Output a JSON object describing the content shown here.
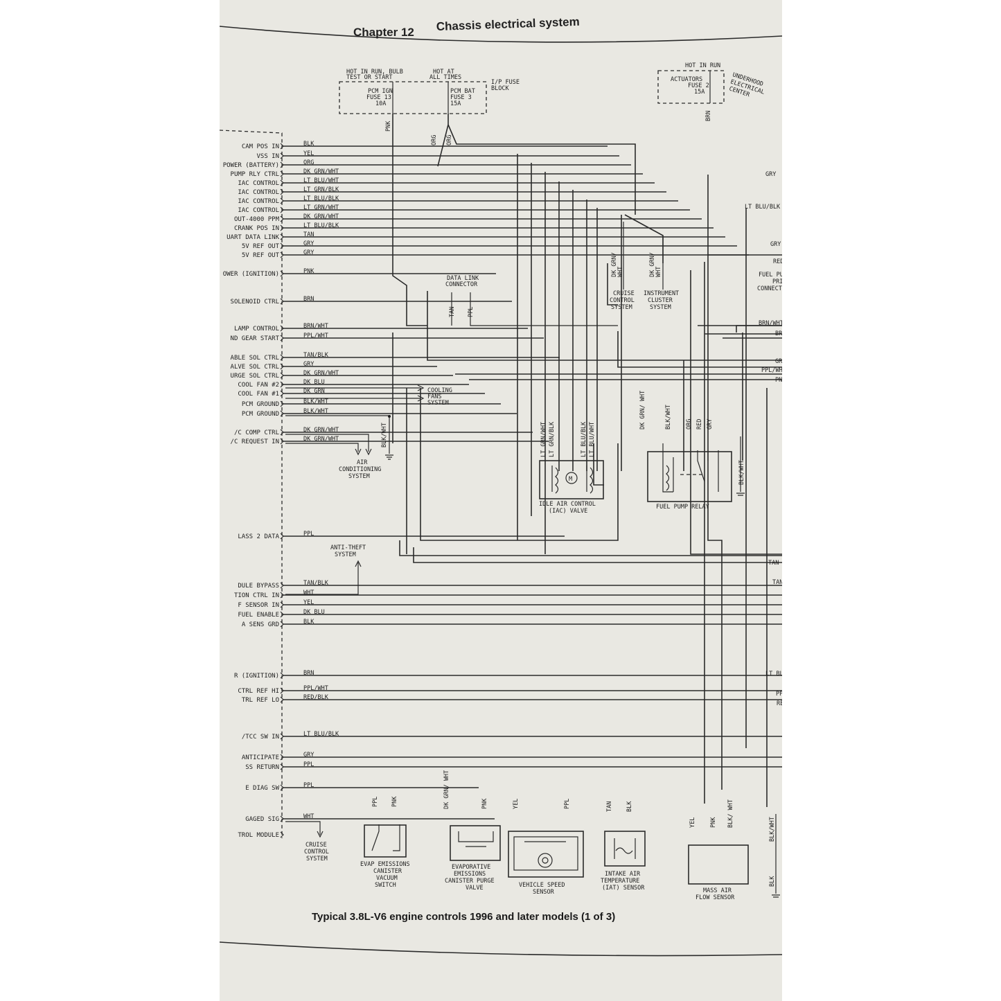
{
  "header": {
    "chapter": "Chapter 12",
    "title": "Chassis electrical system"
  },
  "caption": "Typical 3.8L-V6 engine controls 1996 and later models (1 of 3)",
  "fuse_block": {
    "hot_in_run": [
      "HOT IN RUN, BULB",
      "TEST OR START"
    ],
    "hot_at_all_times": [
      "HOT AT",
      "ALL TIMES"
    ],
    "pcm_ign_fuse": [
      "PCM IGN",
      "FUSE 13",
      "10A"
    ],
    "pcm_bat_fuse": [
      "PCM BAT",
      "FUSE 3",
      "15A"
    ],
    "block_label": [
      "I/P FUSE",
      "BLOCK"
    ]
  },
  "underhood": {
    "hot_in_run": "HOT IN RUN",
    "fuse": [
      "ACTUATORS",
      "FUSE 2",
      "15A"
    ],
    "center": [
      "UNDERHOOD",
      "ELECTRICAL",
      "CENTER"
    ],
    "wire": "BRN"
  },
  "pcm_pins": [
    {
      "label": "CAM POS IN",
      "wire": "BLK"
    },
    {
      "label": "VSS IN",
      "wire": "YEL"
    },
    {
      "label": "POWER (BATTERY)",
      "wire": "ORG"
    },
    {
      "label": "PUMP RLY CTRL",
      "wire": "DK GRN/WHT"
    },
    {
      "label": "IAC CONTROL",
      "wire": "LT BLU/WHT"
    },
    {
      "label": "IAC CONTROL",
      "wire": "LT GRN/BLK"
    },
    {
      "label": "IAC CONTROL",
      "wire": "LT BLU/BLK"
    },
    {
      "label": "IAC CONTROL",
      "wire": "LT GRN/WHT"
    },
    {
      "label": "OUT-4000 PPM",
      "wire": "DK GRN/WHT"
    },
    {
      "label": "CRANK POS IN",
      "wire": "LT BLU/BLK"
    },
    {
      "label": "UART DATA LINK",
      "wire": "TAN"
    },
    {
      "label": "5V REF OUT",
      "wire": "GRY"
    },
    {
      "label": "5V REF OUT",
      "wire": "GRY"
    },
    {
      "label": "OWER (IGNITION)",
      "wire": "PNK"
    },
    {
      "label": "SOLENOID CTRL",
      "wire": "BRN"
    },
    {
      "label": "LAMP CONTROL",
      "wire": "BRN/WHT"
    },
    {
      "label": "ND GEAR START",
      "wire": "PPL/WHT"
    },
    {
      "label": "ABLE SOL CTRL",
      "wire": "TAN/BLK"
    },
    {
      "label": "ALVE SOL CTRL",
      "wire": "GRY"
    },
    {
      "label": "URGE SOL CTRL",
      "wire": "DK GRN/WHT"
    },
    {
      "label": "COOL FAN #2",
      "wire": "DK BLU"
    },
    {
      "label": "COOL FAN #1",
      "wire": "DK GRN"
    },
    {
      "label": "PCM GROUND",
      "wire": "BLK/WHT"
    },
    {
      "label": "PCM GROUND",
      "wire": "BLK/WHT"
    },
    {
      "label": "/C COMP CTRL",
      "wire": "DK GRN/WHT"
    },
    {
      "label": "/C REQUEST IN",
      "wire": "DK GRN/WHT"
    },
    {
      "label": "LASS 2 DATA",
      "wire": "PPL"
    },
    {
      "label": "DULE BYPASS",
      "wire": "TAN/BLK"
    },
    {
      "label": "TION CTRL IN",
      "wire": "WHT"
    },
    {
      "label": "F SENSOR IN",
      "wire": "YEL"
    },
    {
      "label": "FUEL ENABLE",
      "wire": "DK BLU"
    },
    {
      "label": "A SENS GRD",
      "wire": "BLK"
    },
    {
      "label": "R (IGNITION)",
      "wire": "BRN"
    },
    {
      "label": "CTRL REF HI",
      "wire": "PPL/WHT"
    },
    {
      "label": "TRL REF LO",
      "wire": "RED/BLK"
    },
    {
      "label": "/TCC SW IN",
      "wire": "LT BLU/BLK"
    },
    {
      "label": "ANTICIPATE",
      "wire": "GRY"
    },
    {
      "label": "SS RETURN",
      "wire": "PPL"
    },
    {
      "label": "E DIAG SW",
      "wire": "PPL"
    },
    {
      "label": "GAGED SIG",
      "wire": "WHT"
    },
    {
      "label": "TROL MODULE",
      "wire": ""
    }
  ],
  "top_wires": {
    "pnk": "PNK",
    "org1": "ORG",
    "org2": "ORG"
  },
  "right_edge_labels": [
    "GRY",
    "LT BLU/BLK",
    "GRY",
    "RED",
    "FUEL PU",
    "PRI",
    "CONNECTO",
    "BRN/WHT",
    "BR",
    "GR",
    "PPL/WH",
    "PN",
    "TAN",
    "TAN",
    "LT BLU",
    "PP",
    "RE"
  ],
  "components": {
    "data_link": {
      "label": [
        "DATA LINK",
        "CONNECTOR"
      ],
      "wires": [
        "TAN",
        "PPL"
      ]
    },
    "cruise_top": {
      "label": [
        "CRUISE",
        "CONTROL",
        "SYSTEM"
      ],
      "wire": [
        "DK GRN/",
        "WHT"
      ]
    },
    "instrument_cluster": {
      "label": [
        "INSTRUMENT",
        "CLUSTER",
        "SYSTEM"
      ],
      "wire": [
        "DK GRN/",
        "WHT"
      ]
    },
    "cooling_fans": {
      "label": [
        "COOLING",
        "FANS",
        "SYSTEM"
      ]
    },
    "air_conditioning": {
      "label": [
        "AIR",
        "CONDITIONING",
        "SYSTEM"
      ]
    },
    "ground_wire": "BLK/WHT",
    "iac_valve": {
      "label": [
        "IDLE AIR CONTROL",
        "(IAC) VALVE"
      ],
      "wires": [
        "LT GRN/WHT",
        "LT GRN/BLK",
        "LT BLU/BLK",
        "LT BLU/WHT"
      ],
      "motor": "M"
    },
    "fuel_pump_relay": {
      "label": "FUEL PUMP RELAY",
      "wires": [
        "DK GRN/ WHT",
        "BLK/WHT",
        "ORG",
        "RED",
        "GRY"
      ],
      "ground": "BLK/WHT"
    },
    "anti_theft": {
      "label": [
        "ANTI-THEFT",
        "SYSTEM"
      ]
    },
    "cruise_bottom": {
      "label": [
        "CRUISE",
        "CONTROL",
        "SYSTEM"
      ]
    },
    "evap_switch": {
      "label": [
        "EVAP EMISSIONS",
        "CANISTER",
        "VACUUM",
        "SWITCH"
      ],
      "wires": [
        "PPL",
        "PNK"
      ]
    },
    "evap_purge": {
      "label": [
        "EVAPORATIVE",
        "EMISSIONS",
        "CANISTER PURGE",
        "VALVE"
      ],
      "wires": [
        "DK GRN/ WHT",
        "PNK"
      ]
    },
    "vss": {
      "label": [
        "VEHICLE SPEED",
        "SENSOR"
      ],
      "wires": [
        "YEL",
        "PPL"
      ]
    },
    "iat": {
      "label": [
        "INTAKE AIR",
        "TEMPERATURE",
        "(IAT) SENSOR"
      ],
      "wires": [
        "TAN",
        "BLK"
      ]
    },
    "maf": {
      "label": [
        "MASS AIR",
        "FLOW SENSOR"
      ],
      "wires": [
        "YEL",
        "PNK",
        "BLK/ WHT"
      ]
    },
    "maf_side": {
      "wires": [
        "BLK/WHT",
        "BLK"
      ]
    }
  }
}
